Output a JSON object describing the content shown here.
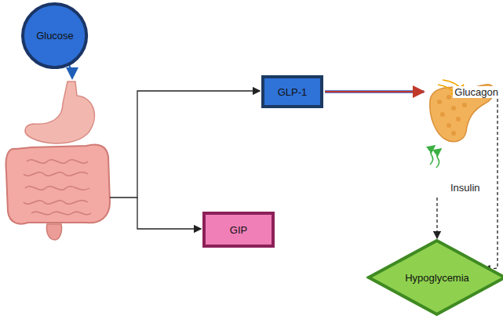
{
  "diagram": {
    "nodes": [
      {
        "text": [
          "Glucose"
        ]
      },
      {
        "text": [
          "GLP-1"
        ]
      },
      {
        "text": [
          "GIP"
        ]
      },
      {
        "text": [
          "Hypoglycemia"
        ]
      }
    ],
    "labels": [
      "Glucagon",
      "Insulin"
    ]
  }
}
